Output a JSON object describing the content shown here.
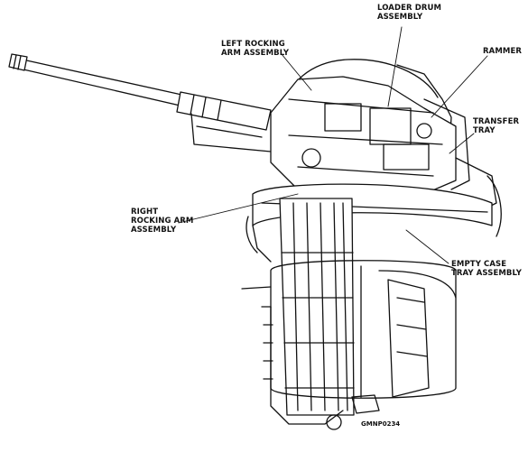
{
  "labels": {
    "loader_drum": [
      "LOADER DRUM",
      "ASSEMBLY"
    ],
    "left_rocking_arm": [
      "LEFT ROCKING",
      "ARM ASSEMBLY"
    ],
    "rammer": [
      "RAMMER"
    ],
    "transfer_tray": [
      "TRANSFER",
      "TRAY"
    ],
    "right_rocking_arm": [
      "RIGHT",
      "ROCKING ARM",
      "ASSEMBLY"
    ],
    "empty_case_tray": [
      "EMPTY CASE",
      "TRAY ASSEMBLY"
    ]
  },
  "figure_id": "GMNP0234",
  "colors": {
    "ink": "#111111",
    "paper": "#ffffff"
  }
}
